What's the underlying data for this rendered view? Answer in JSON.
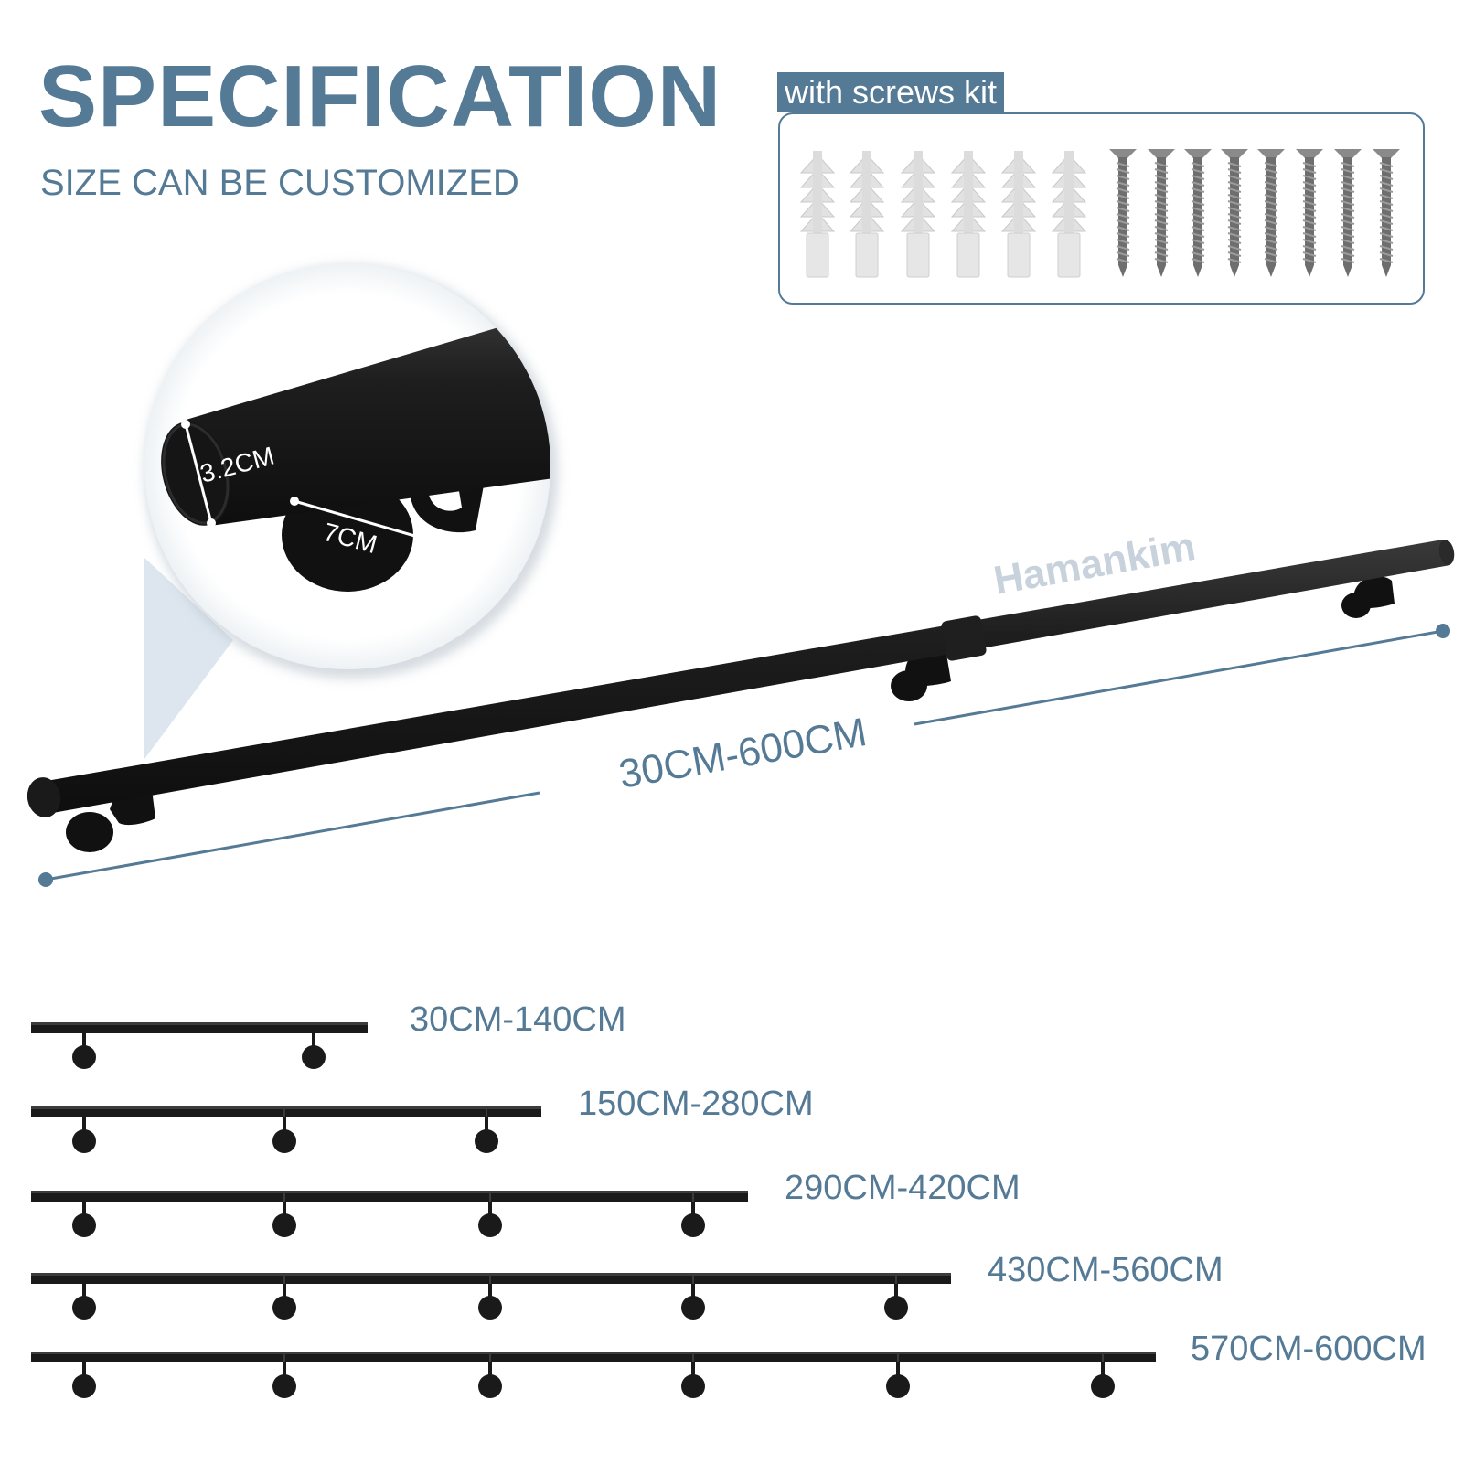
{
  "header": {
    "title": "SPECIFICATION",
    "subtitle": "SIZE CAN BE CUSTOMIZED"
  },
  "screw_kit": {
    "label": "with screws kit",
    "anchors_count": 6,
    "screws_count": 8
  },
  "detail": {
    "diameter_label": "3.2CM",
    "bracket_label": "7CM"
  },
  "main_rail": {
    "length_label": "30CM-600CM",
    "watermark": "Hamankim"
  },
  "size_options": [
    {
      "label": "30CM-140CM",
      "brackets": 2
    },
    {
      "label": "150CM-280CM",
      "brackets": 3
    },
    {
      "label": "290CM-420CM",
      "brackets": 4
    },
    {
      "label": "430CM-560CM",
      "brackets": 5
    },
    {
      "label": "570CM-600CM",
      "brackets": 6
    }
  ],
  "colors": {
    "accent": "#557a96",
    "rail": "#1a1a1a",
    "callout_fill": "#dde6ee"
  }
}
